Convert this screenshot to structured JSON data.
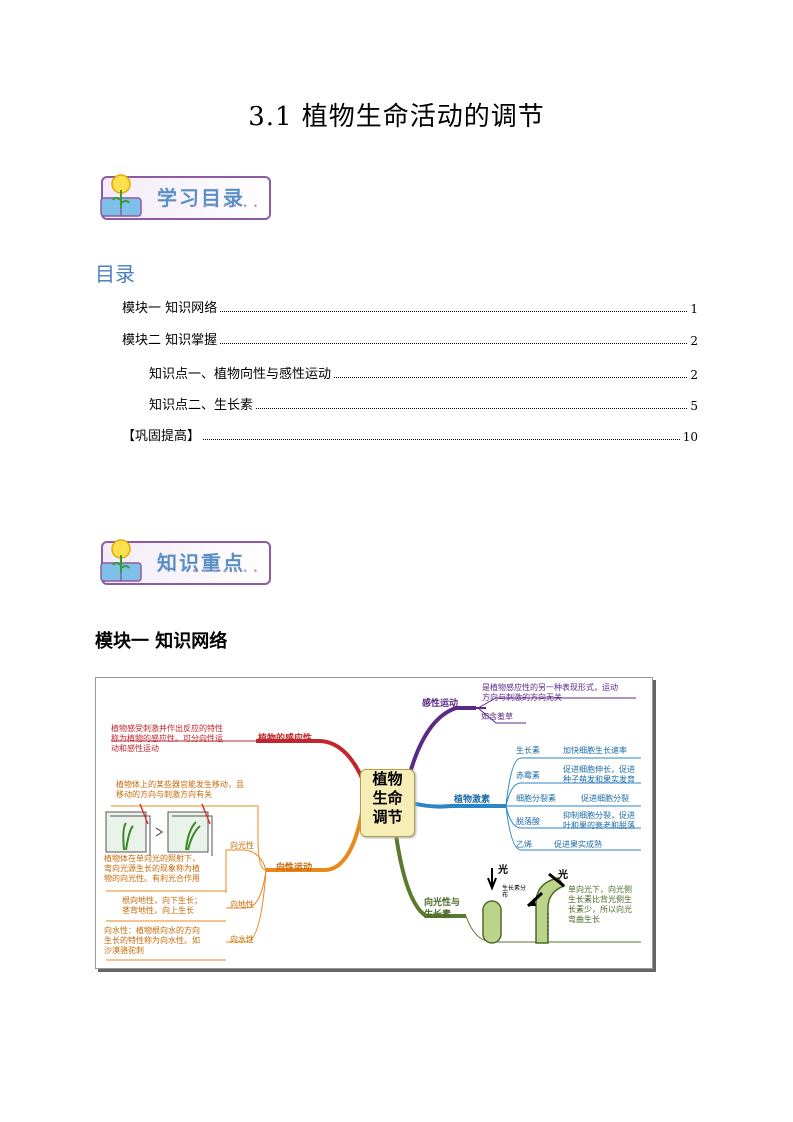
{
  "doc_title": "3.1  植物生命活动的调节",
  "banner1": {
    "label": "学习目录"
  },
  "banner2": {
    "label": "知识重点"
  },
  "toc": {
    "heading": "目录",
    "items": [
      {
        "text": "模块一  知识网络",
        "page": "1"
      },
      {
        "text": "模块二  知识掌握",
        "page": "2"
      },
      {
        "text": "知识点一、植物向性与感性运动",
        "page": "2"
      },
      {
        "text": "知识点二、生长素",
        "page": "5"
      },
      {
        "text": "【巩固提高】",
        "page": "10"
      }
    ]
  },
  "section_heading": "模块一  知识网络",
  "mindmap": {
    "center": [
      "植物",
      "生命",
      "调节"
    ],
    "nastic": {
      "title": "植物的感应性",
      "desc": [
        "植物感受刺激并作出反应的特性",
        "称为植物的感应性。可分向性运",
        "动和感性运动"
      ]
    },
    "tropism": {
      "title": "向性运动",
      "desc": [
        "植物体上的某些器官能发生移动，且",
        "移动的方向与刺激方向有关"
      ],
      "photo": {
        "label": "向光性",
        "desc": [
          "植物体在单向光的照射下，",
          "弯向光源生长的现象称为植",
          "物的向光性。有利光合作用"
        ]
      },
      "geo": {
        "label": "向地性",
        "desc": [
          "根向地性，向下生长；",
          "茎背地性，向上生长"
        ]
      },
      "hydro": {
        "label": "向水性",
        "desc": [
          "向水性：植物根向水的方向",
          "生长的特性称为向水性。如",
          "沙漠骆驼刺"
        ]
      }
    },
    "sense": {
      "title": "感性运动",
      "desc": [
        "是植物感应性的另一种表现形式，运动",
        "方向与刺激的方向无关"
      ],
      "example": "如含羞草"
    },
    "hormones": {
      "title": "植物激素",
      "items": [
        {
          "name": "生长素",
          "desc": [
            "加快细胞生长速率"
          ]
        },
        {
          "name": "赤霉素",
          "desc": [
            "促进细胞伸长，促进",
            "种子萌发和果实发育"
          ]
        },
        {
          "name": "细胞分裂素",
          "desc": [
            "促进细胞分裂"
          ]
        },
        {
          "name": "脱落酸",
          "desc": [
            "抑制细胞分裂，促进",
            "叶和果的衰老和脱落"
          ]
        },
        {
          "name": "乙烯",
          "desc": [
            "促进果实成熟"
          ]
        }
      ]
    },
    "auxin": {
      "title": [
        "向光性与",
        "生长素"
      ],
      "light": "光",
      "label_vertical": "生长素分布",
      "desc": [
        "单向光下，向光侧",
        "生长素比背光侧生",
        "长素少，所以向光",
        "弯曲生长"
      ]
    }
  },
  "colors": {
    "toc_blue": "#4a7fc0",
    "purple": "#5b2a86",
    "red": "#c0272d",
    "orange": "#e8891a",
    "blue": "#2b86c5",
    "green": "#5a7a2e"
  }
}
